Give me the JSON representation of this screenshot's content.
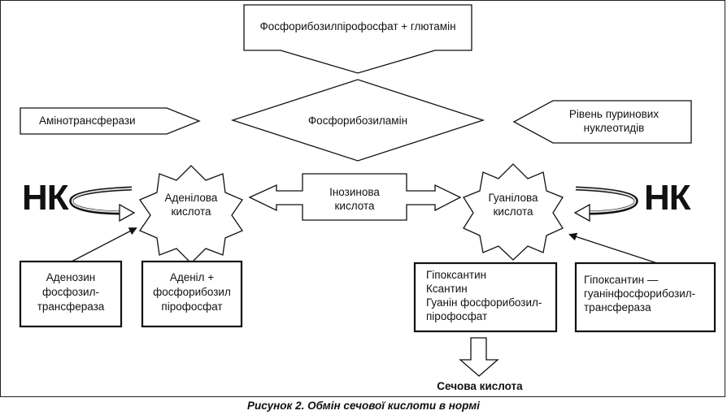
{
  "nodes": {
    "top_substrate": "Фосфорибозилпірофосфат + глютамін",
    "aminotransferases": "Амінотрансферази",
    "phosphoribosylamine": "Фосфорибозиламін",
    "purine_level_line1": "Рівень пуринових",
    "purine_level_line2": "нуклеотидів",
    "adenylic_line1": "Аденілова",
    "adenylic_line2": "кислота",
    "inosinic_line1": "Інозинова",
    "inosinic_line2": "кислота",
    "guanylic_line1": "Гуанілова",
    "guanylic_line2": "кислота",
    "nk_left": "НК",
    "nk_right": "НК",
    "adenine_ptase_line1": "Аденозин",
    "adenine_ptase_line2": "фосфозил-",
    "adenine_ptase_line3": "трансфераза",
    "adenyl_prpp_line1": "Аденіл +",
    "adenyl_prpp_line2": "фосфорибозил",
    "adenyl_prpp_line3": "пірофосфат",
    "hypoxanthine_line1": "Гіпоксантин",
    "hypoxanthine_line2": "Ксантин",
    "hypoxanthine_line3": "Гуанін фосфорибозил-",
    "hypoxanthine_line4": "пірофосфат",
    "hgprt_line1": "Гіпоксантин —",
    "hgprt_line2": "гуанінфосфорибозил-",
    "hgprt_line3": "трансфераза",
    "uric_acid": "Сечова кислота"
  },
  "caption": "Рисунок 2. Обмін сечової кислоти в нормі"
}
